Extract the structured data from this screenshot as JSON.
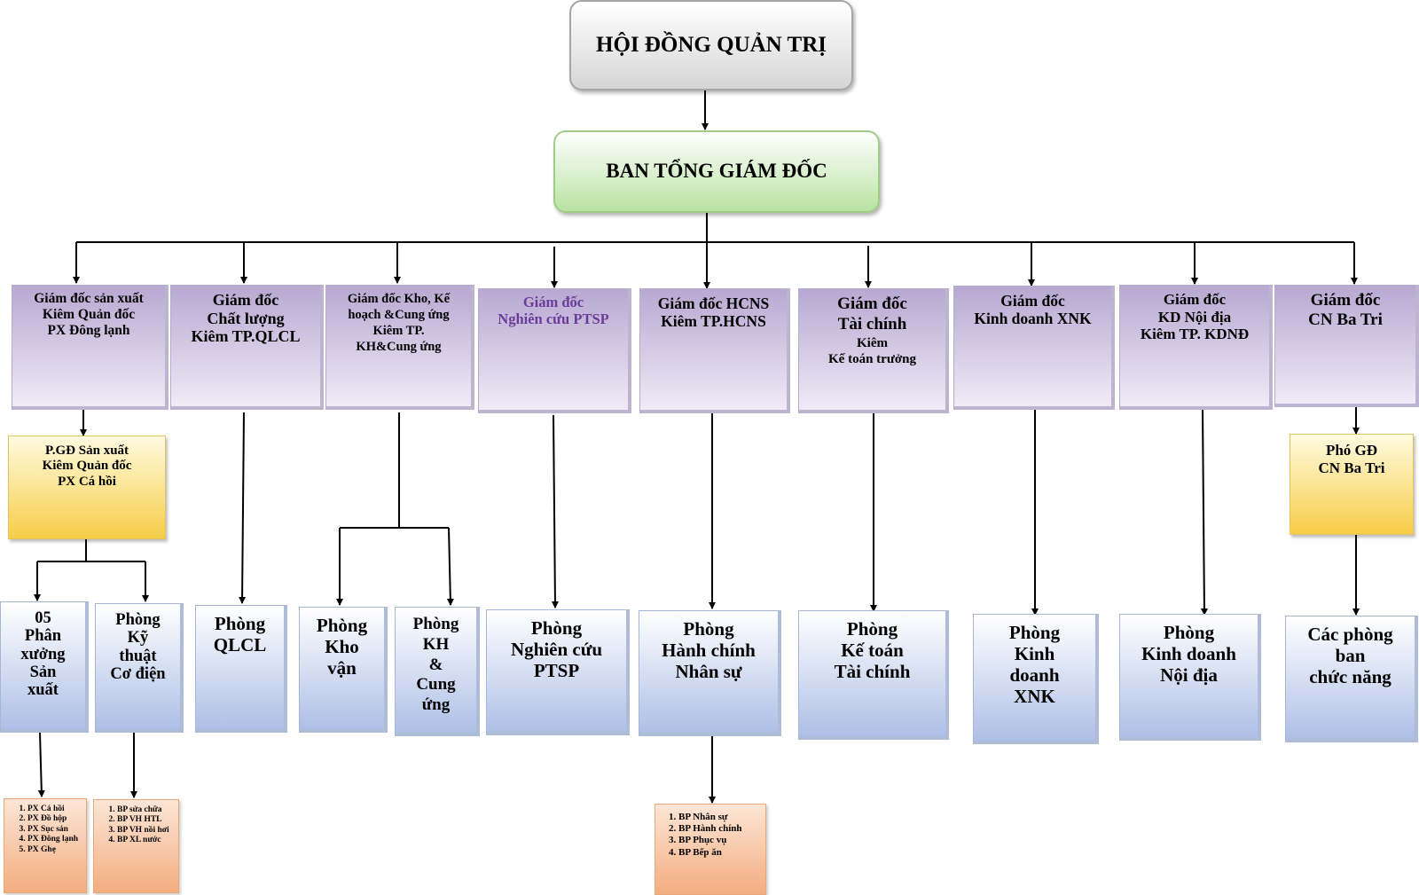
{
  "board": {
    "title": "HỘI ĐỒNG QUẢN TRỊ"
  },
  "ceo": {
    "title": "BAN TỔNG GIÁM ĐỐC"
  },
  "directors": [
    {
      "id": "san-xuat",
      "lines": [
        "Giám đốc sản xuất",
        "Kiêm Quản đốc",
        "PX Đông lạnh"
      ]
    },
    {
      "id": "chat-luong",
      "lines": [
        "Giám đốc",
        "Chất lượng",
        "Kiêm TP.QLCL"
      ]
    },
    {
      "id": "kho",
      "lines": [
        "Giám đốc Kho, Kế",
        "hoạch &Cung ứng",
        "Kiêm TP.",
        "KH&Cung ứng"
      ]
    },
    {
      "id": "nghien-cuu",
      "lines": [
        "Giám đốc",
        "Nghiên cứu PTSP"
      ]
    },
    {
      "id": "hcns",
      "lines": [
        "Giám đốc HCNS",
        "Kiêm TP.HCNS"
      ]
    },
    {
      "id": "tai-chinh",
      "lines": [
        "Giám đốc",
        "Tài chính",
        "Kiêm",
        "Kế toán trưởng"
      ]
    },
    {
      "id": "xnk",
      "lines": [
        "Giám đốc",
        "Kinh doanh XNK"
      ]
    },
    {
      "id": "noi-dia",
      "lines": [
        "Giám đốc",
        "KD Nội địa",
        "Kiêm TP. KDNĐ"
      ]
    },
    {
      "id": "ba-tri",
      "lines": [
        "Giám đốc",
        "CN Ba Tri"
      ]
    }
  ],
  "deputies": [
    {
      "id": "pgd-san-xuat",
      "lines": [
        "P.GĐ Sản xuất",
        "Kiêm Quản đốc",
        "PX Cá hồi"
      ]
    },
    {
      "id": "pho-gd-ba-tri",
      "lines": [
        "Phó GĐ",
        "CN Ba Tri"
      ]
    }
  ],
  "departments": [
    {
      "id": "phan-xuong",
      "lines": [
        "05",
        "Phân",
        "xưởng",
        "Sản",
        "xuất"
      ]
    },
    {
      "id": "ky-thuat",
      "lines": [
        "Phòng",
        "Kỹ",
        "thuật",
        "Cơ điện"
      ]
    },
    {
      "id": "qlcl",
      "lines": [
        "Phòng",
        "QLCL"
      ]
    },
    {
      "id": "kho-van",
      "lines": [
        "Phòng",
        "Kho",
        "vận"
      ]
    },
    {
      "id": "kh-cung-ung",
      "lines": [
        "Phòng",
        "KH",
        "&",
        "Cung",
        "ứng"
      ]
    },
    {
      "id": "nghien-cuu-ptsp",
      "lines": [
        "Phòng",
        "Nghiên cứu",
        "PTSP"
      ]
    },
    {
      "id": "hanh-chinh",
      "lines": [
        "Phòng",
        "Hành chính",
        "Nhân sự"
      ]
    },
    {
      "id": "ke-toan",
      "lines": [
        "Phòng",
        "Kế toán",
        "Tài chính"
      ]
    },
    {
      "id": "kinh-doanh-xnk",
      "lines": [
        "Phòng",
        "Kinh",
        "doanh",
        "XNK"
      ]
    },
    {
      "id": "kinh-doanh-noi-dia",
      "lines": [
        "Phòng",
        "Kinh doanh",
        "Nội địa"
      ]
    },
    {
      "id": "phong-ban-chuc-nang",
      "lines": [
        "Các phòng",
        "ban",
        "chức năng"
      ]
    }
  ],
  "units": [
    {
      "id": "px-list",
      "items": [
        "PX Cá hồi",
        "PX Đồ hộp",
        "PX Sục sản",
        "PX Đông lạnh",
        "PX Ghẹ"
      ]
    },
    {
      "id": "bp-ky-thuat-list",
      "items": [
        "BP sửa chữa",
        "BP VH HTL",
        "BP VH nồi hơi",
        "BP XL nước"
      ]
    },
    {
      "id": "bp-hcns-list",
      "items": [
        "BP Nhân sự",
        "BP Hành chính",
        "BP Phục vụ",
        "BP Bếp ăn"
      ]
    }
  ]
}
